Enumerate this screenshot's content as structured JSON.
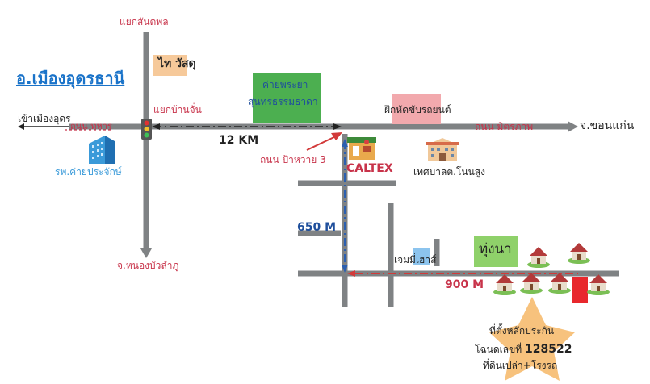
{
  "colors": {
    "road": "#7f8284",
    "label_red": "#c8334a",
    "dash_red": "#d23a3a",
    "dash_blue": "#2b5fb0",
    "green_box": "#4caf50",
    "pink_box": "#f2a9ad",
    "peach_box": "#f6c99a",
    "light_green_box": "#8fd16a",
    "light_blue_box": "#8cc4ee",
    "district_blue": "#1a73c9",
    "hospital_blue": "#3a9ad9",
    "star": "#f7c27d",
    "marker_red": "#e8282d"
  },
  "district_title": "อ.เมืองอุดรธานี",
  "labels": {
    "yaek_san_tapol": "แยกสันตพล",
    "thai_watsadu": "ไท วัสดุ",
    "yaek_ban_chan": "แยกบ้านจั่น",
    "khao_muang_udon": "เข้าเมืองอุดร",
    "thanon_thahan": "ถนน ทหาร",
    "hospital": "รพ.ค่ายประจักษ์",
    "nong_bua_lamphu": "จ.หนองบัวลำภู",
    "distance_12km": "12 KM",
    "camp_line1": "ค่ายพระยา",
    "camp_line2": "สุนทรธรรมธาดา",
    "driving_school": "ฝึกหัดขับรถยนต์",
    "thanon_mittraphap": "ถนน มิตรภาพ",
    "khon_kaen": "จ.ขอนแก่น",
    "thanon_pa_wai": "ถนน ป้าหวาย 3",
    "caltex": "CALTEX",
    "municipality": "เทศบาลต.โนนสูง",
    "distance_650m": "650 M",
    "jemmy_house": "เจมมี่เฮาส์",
    "thung_na": "ทุ่งนา",
    "distance_900m": "900 M",
    "star_line1": "ที่ตั้งหลักประกัน",
    "star_line2": "โฉนดเลขที่",
    "deed_number": "128522",
    "star_line3": "ที่ดินเปล่า+โรงรถ"
  },
  "icons": [
    "traffic-light-icon",
    "hospital-building-icon",
    "caltex-station-icon",
    "municipality-building-icon",
    "farmhouse-icon",
    "location-marker-icon"
  ]
}
